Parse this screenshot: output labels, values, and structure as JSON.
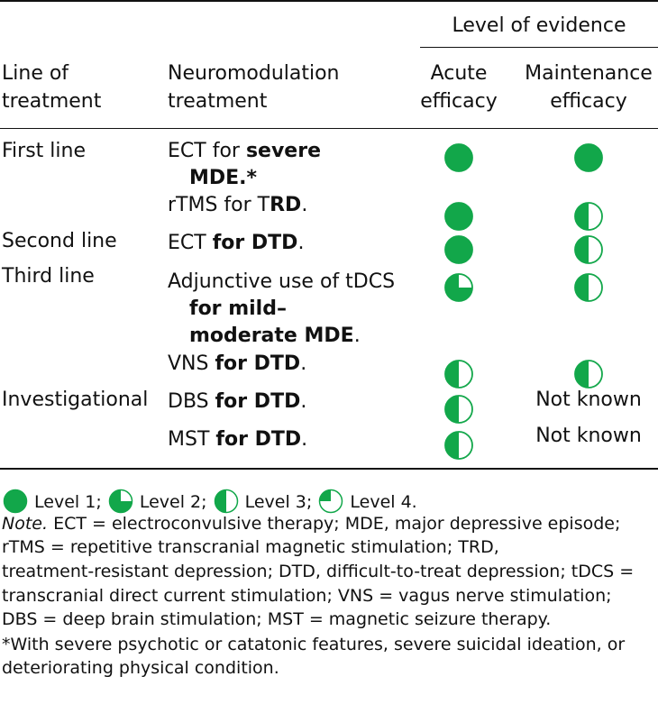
{
  "header": {
    "level_of_evidence": "Level of evidence",
    "line_of_treatment": [
      "Line of",
      "treatment"
    ],
    "neuromodulation_treatment": [
      "Neuromodulation",
      "treatment"
    ],
    "acute_efficacy": [
      "Acute",
      "efficacy"
    ],
    "maintenance_efficacy": [
      "Maintenance",
      "efficacy"
    ]
  },
  "rows": [
    {
      "line": "First line",
      "treatments": [
        {
          "parts": [
            {
              "t": "ECT for ",
              "b": false
            },
            {
              "t": "severe",
              "b": true
            }
          ],
          "cont": [
            {
              "t": "MDE.*",
              "b": true
            }
          ],
          "acute": 1,
          "maintenance": 1
        },
        {
          "parts": [
            {
              "t": "rTMS for T",
              "b": false
            },
            {
              "t": "RD",
              "b": true
            },
            {
              "t": ".",
              "b": false
            }
          ],
          "acute": 1,
          "maintenance": 3
        }
      ]
    },
    {
      "line": "Second line",
      "treatments": [
        {
          "parts": [
            {
              "t": "ECT ",
              "b": false
            },
            {
              "t": "for DTD",
              "b": true
            },
            {
              "t": ".",
              "b": false
            }
          ],
          "acute": 1,
          "maintenance": 3
        }
      ]
    },
    {
      "line": "Third line",
      "treatments": [
        {
          "parts": [
            {
              "t": "Adjunctive use of tDCS",
              "b": false
            }
          ],
          "cont": [
            {
              "t": "for mild–",
              "b": true
            }
          ],
          "cont2": [
            {
              "t": "moderate MDE",
              "b": true
            },
            {
              "t": ".",
              "b": false
            }
          ],
          "acute": 2,
          "maintenance": 3
        },
        {
          "parts": [
            {
              "t": "VNS ",
              "b": false
            },
            {
              "t": "for DTD",
              "b": true
            },
            {
              "t": ".",
              "b": false
            }
          ],
          "acute": 3,
          "maintenance": 3
        }
      ]
    },
    {
      "line": "Investigational",
      "treatments": [
        {
          "parts": [
            {
              "t": "DBS ",
              "b": false
            },
            {
              "t": "for DTD",
              "b": true
            },
            {
              "t": ".",
              "b": false
            }
          ],
          "acute": 3,
          "maintenance_text": "Not known"
        },
        {
          "parts": [
            {
              "t": "MST ",
              "b": false
            },
            {
              "t": "for DTD",
              "b": true
            },
            {
              "t": ".",
              "b": false
            }
          ],
          "acute": 3,
          "maintenance_text": "Not known"
        }
      ]
    }
  ],
  "legend": {
    "level1": "Level 1;",
    "level2": "Level 2;",
    "level3": "Level 3;",
    "level4": "Level 4."
  },
  "notes": {
    "note_label": "Note.",
    "lines": [
      " ECT = electroconvulsive therapy; MDE, major depressive episode;",
      "rTMS = repetitive transcranial magnetic stimulation; TRD,",
      "treatment-resistant depression; DTD, difficult-to-treat depression; tDCS =",
      "transcranial direct current stimulation; VNS = vagus nerve stimulation;",
      "DBS = deep brain stimulation; MST = magnetic seizure therapy."
    ],
    "asterisk_lines": [
      "*With severe psychotic or catatonic features, severe suicidal ideation, or",
      "deteriorating physical condition."
    ]
  },
  "colors": {
    "evidence_green": "#12a74a",
    "rule": "#111111"
  },
  "icons": {
    "level1": "full-circle-icon",
    "level2": "three-quarter-circle-icon",
    "level3": "half-circle-icon",
    "level4": "quarter-circle-icon"
  }
}
